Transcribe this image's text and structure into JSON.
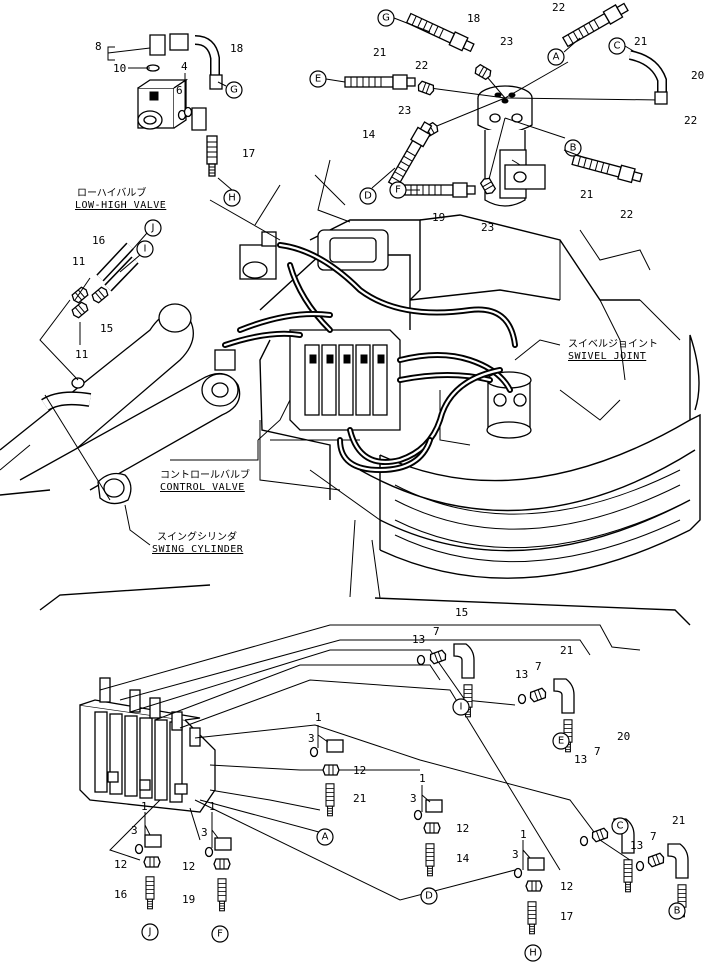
{
  "labels": {
    "low_high_jp": "ローハイバルブ",
    "low_high_en": "LOW-HIGH VALVE",
    "swivel_jp": "スイベルジョイント",
    "swivel_en": "SWIVEL JOINT",
    "control_jp": "コントロールバルブ",
    "control_en": "CONTROL VALVE",
    "swing_jp": "スイングシリンダ",
    "swing_en": "SWING CYLINDER"
  },
  "callouts": {
    "G_top": "G",
    "G_tl": "G",
    "H_top": "H",
    "A_top": "A",
    "C_top": "C",
    "E_top": "E",
    "D_top": "D",
    "F_top": "F",
    "B_top": "B",
    "J_mid": "J",
    "I_mid": "I",
    "I_bot": "I",
    "E_bot": "E",
    "C_bot": "C",
    "B_bot": "B",
    "A_bot": "A",
    "D_bot": "D",
    "H_bot": "H",
    "J_bot": "J",
    "F_bot": "F"
  },
  "part_numbers": {
    "p8": "8",
    "p10": "10",
    "p18a": "18",
    "p4": "4",
    "p6": "6",
    "p17a": "17",
    "p18b": "18",
    "p23a": "23",
    "p21a": "21",
    "p22a": "22",
    "p22b": "22",
    "p21b": "21",
    "p20a": "20",
    "p22c": "22",
    "p23b": "23",
    "p14a": "14",
    "p19a": "19",
    "p23c": "23",
    "p21c": "21",
    "p22d": "22",
    "p16a": "16",
    "p11a": "11",
    "p15a": "15",
    "p11b": "11",
    "p15b": "15",
    "p13a": "13",
    "p7a": "7",
    "p21d": "21",
    "p13b": "13",
    "p7b": "7",
    "p20b": "20",
    "p13c": "13",
    "p7c": "7",
    "p21e": "21",
    "p13d": "13",
    "p7d": "7",
    "p1a": "1",
    "p3a": "3",
    "p12a": "12",
    "p21f": "21",
    "p1b": "1",
    "p3b": "3",
    "p12b": "12",
    "p14b": "14",
    "p1c": "1",
    "p3c": "3",
    "p12c": "12",
    "p17b": "17",
    "p1d": "1",
    "p3d": "3",
    "p12d": "12",
    "p16b": "16",
    "p1e": "1",
    "p3e": "3",
    "p12e": "12",
    "p19b": "19"
  }
}
